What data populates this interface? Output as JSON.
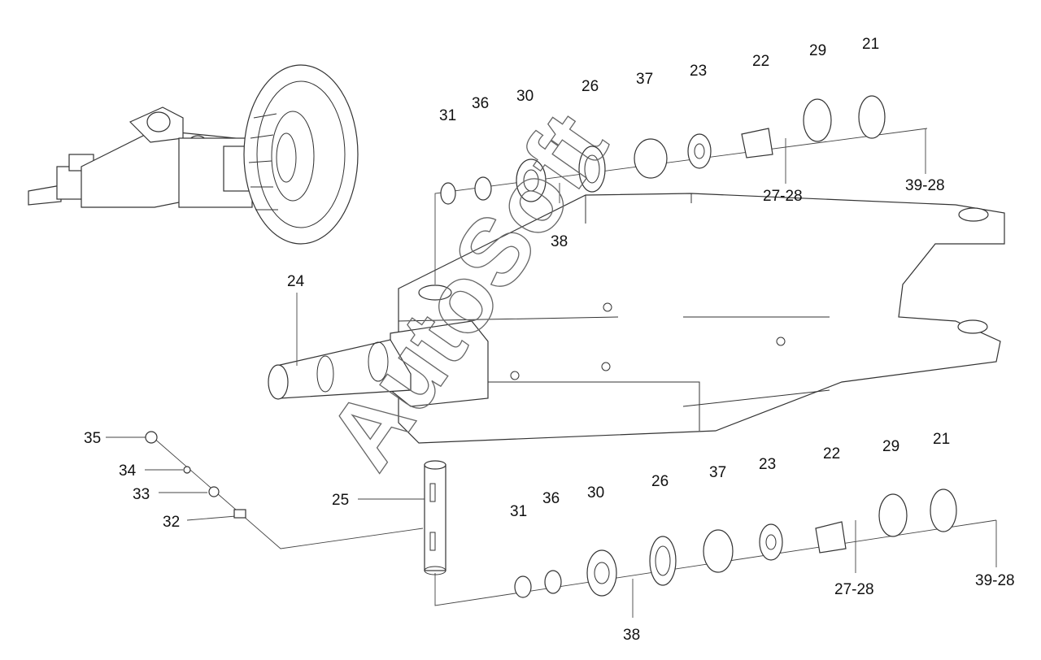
{
  "watermark": "AutoSoft",
  "labels": {
    "top": {
      "p31": "31",
      "p36": "36",
      "p30": "30",
      "p26": "26",
      "p37": "37",
      "p23": "23",
      "p22": "22",
      "p29": "29",
      "p21": "21",
      "p27_28": "27-28",
      "p39_28": "39-28",
      "p38": "38"
    },
    "middle": {
      "p24": "24",
      "p25": "25"
    },
    "left": {
      "p35": "35",
      "p34": "34",
      "p33": "33",
      "p32": "32"
    },
    "bottom": {
      "p31": "31",
      "p36": "36",
      "p30": "30",
      "p26": "26",
      "p37": "37",
      "p23": "23",
      "p22": "22",
      "p29": "29",
      "p21": "21",
      "p27_28": "27-28",
      "p39_28": "39-28",
      "p38": "38"
    }
  }
}
